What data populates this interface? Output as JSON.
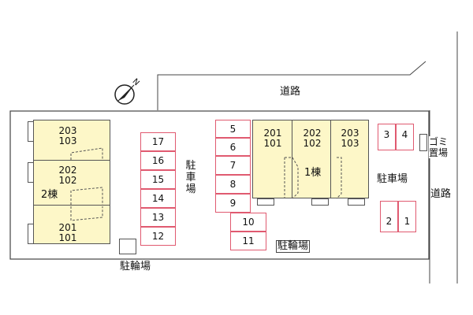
{
  "road_top_label": "道路",
  "road_right_label": "道路",
  "building1": {
    "label": "1棟",
    "units": [
      {
        "top": "201",
        "bottom": "101"
      },
      {
        "top": "202",
        "bottom": "102"
      },
      {
        "top": "203",
        "bottom": "103"
      }
    ]
  },
  "building2": {
    "label": "2棟",
    "units": [
      {
        "top": "203",
        "bottom": "103"
      },
      {
        "top": "202",
        "bottom": "102"
      },
      {
        "top": "201",
        "bottom": "101"
      }
    ]
  },
  "parking_left": {
    "label": "駐車場",
    "slots": [
      "17",
      "16",
      "15",
      "14",
      "13",
      "12"
    ]
  },
  "parking_center": {
    "slots": [
      "5",
      "6",
      "7",
      "8",
      "9",
      "10",
      "11"
    ]
  },
  "parking_right": {
    "label": "駐車場",
    "slots": [
      "3",
      "4",
      "2",
      "1"
    ]
  },
  "bicycle_parking_bottom": "駐輪場",
  "bicycle_parking_center": "駐輪場",
  "garbage": "ゴミ置場",
  "compass_letter": "N",
  "colors": {
    "building_fill": "#fdf7c8",
    "parking_border": "#e05a70",
    "lot_border": "#444444"
  }
}
